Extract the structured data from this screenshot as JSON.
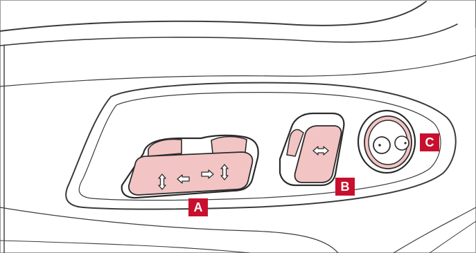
{
  "callouts": {
    "a": "A",
    "b": "B",
    "c": "C"
  },
  "colors": {
    "accent": "#c8102e",
    "highlight_fill": "#f2c4c4",
    "line": "#3a3a3a",
    "background": "#ffffff"
  },
  "icons": {
    "control_a": [
      "up-down-arrow-icon",
      "left-arrow-icon",
      "right-arrow-icon",
      "up-down-arrow-icon"
    ],
    "control_b": [
      "left-right-arrow-icon"
    ],
    "control_c": [
      "rotary-knob-icon"
    ]
  }
}
